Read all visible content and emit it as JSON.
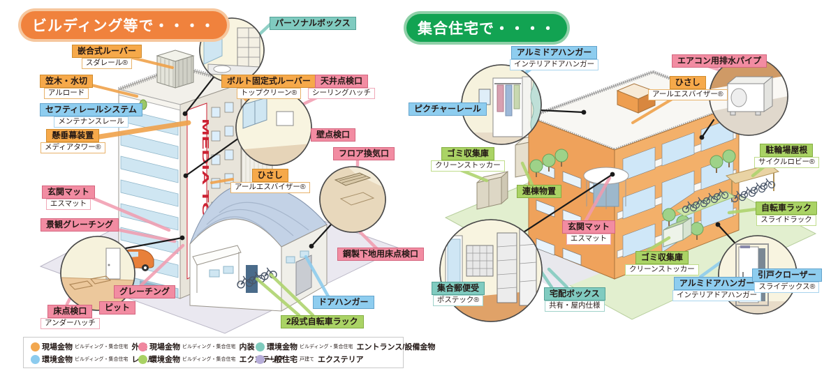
{
  "titles": {
    "left": "ビルディング等で・・・・",
    "right": "集合住宅で・・・・"
  },
  "building_sign": "MEDIA TOWER",
  "colors": {
    "title_left_bg": "#F0823D",
    "title_right_bg": "#12A352",
    "callout_orange": "#F6A94A",
    "callout_pink": "#F28CA2",
    "callout_blue": "#8ECDEF",
    "callout_teal": "#80CBC0",
    "callout_green": "#AAD365",
    "legend_lavender": "#B7AED9",
    "sign_red": "#CC2233"
  },
  "left_labels": [
    {
      "title": "嵌合式ルーバー",
      "sub": "スダレール®"
    },
    {
      "title": "笠木・水切",
      "sub": "アルロード"
    },
    {
      "title": "セフティレールシステム",
      "sub": "メンテナンスレール"
    },
    {
      "title": "懸垂幕装置",
      "sub": "メディアタワー®"
    },
    {
      "title": "玄関マット",
      "sub": "エスマット"
    },
    {
      "title": "景観グレーチング"
    },
    {
      "title": "床点検口",
      "sub": "アンダーハッチ"
    },
    {
      "title": "ピット"
    },
    {
      "title": "グレーチング"
    },
    {
      "title": "パーソナルボックス"
    },
    {
      "title": "ボルト固定式ルーバー",
      "sub": "トップクリーン®"
    },
    {
      "title": "天井点検口",
      "sub": "シーリングハッチ"
    },
    {
      "title": "壁点検口"
    },
    {
      "title": "フロア換気口"
    },
    {
      "title": "ひさし",
      "sub": "アールエスバイザー®"
    },
    {
      "title": "鋼製下地用床点検口"
    },
    {
      "title": "ドアハンガー"
    },
    {
      "title": "2段式自転車ラック"
    }
  ],
  "right_labels": [
    {
      "title": "アルミドアハンガー",
      "sub": "インテリアドアハンガー"
    },
    {
      "title": "ピクチャーレール"
    },
    {
      "title": "エアコン用排水パイプ"
    },
    {
      "title": "ひさし",
      "sub": "アールエスバイザー®"
    },
    {
      "title": "駐輪場屋根",
      "sub": "サイクルロビー®"
    },
    {
      "title": "ゴミ収集庫",
      "sub": "クリーンストッカー"
    },
    {
      "title": "連棟物置"
    },
    {
      "title": "玄関マット",
      "sub": "エスマット"
    },
    {
      "title": "集合郵便受",
      "sub": "ポステック®"
    },
    {
      "title": "宅配ボックス",
      "sub": "共有・屋内仕様"
    },
    {
      "title": "自転車ラック",
      "sub": "スライドラック"
    },
    {
      "title": "ゴミ収集庫",
      "sub": "クリーンストッカー"
    },
    {
      "title": "アルミドアハンガー",
      "sub": "インテリアドアハンガー"
    },
    {
      "title": "引戸クローザー",
      "sub": "スライデックス®"
    }
  ],
  "legend": {
    "items": [
      {
        "brand": "現場金物",
        "scope": "ビルディング・集合住宅",
        "category": "外装",
        "color": "#F2A74F"
      },
      {
        "brand": "現場金物",
        "scope": "ビルディング・集合住宅",
        "category": "内装",
        "color": "#F0879F"
      },
      {
        "brand": "環境金物",
        "scope": "ビルディング・集合住宅",
        "category": "エントランス/設備金物",
        "color": "#7FCBBD"
      },
      {
        "brand": "環境金物",
        "scope": "ビルディング・集合住宅",
        "category": "レール",
        "color": "#8CCBEE"
      },
      {
        "brand": "環境金物",
        "scope": "ビルディング・集合住宅",
        "category": "エクステリア",
        "color": "#A9D264"
      },
      {
        "brand": "一般住宅",
        "scope": "戸建て",
        "category": "エクステリア",
        "color": "#B7AED9"
      }
    ]
  }
}
